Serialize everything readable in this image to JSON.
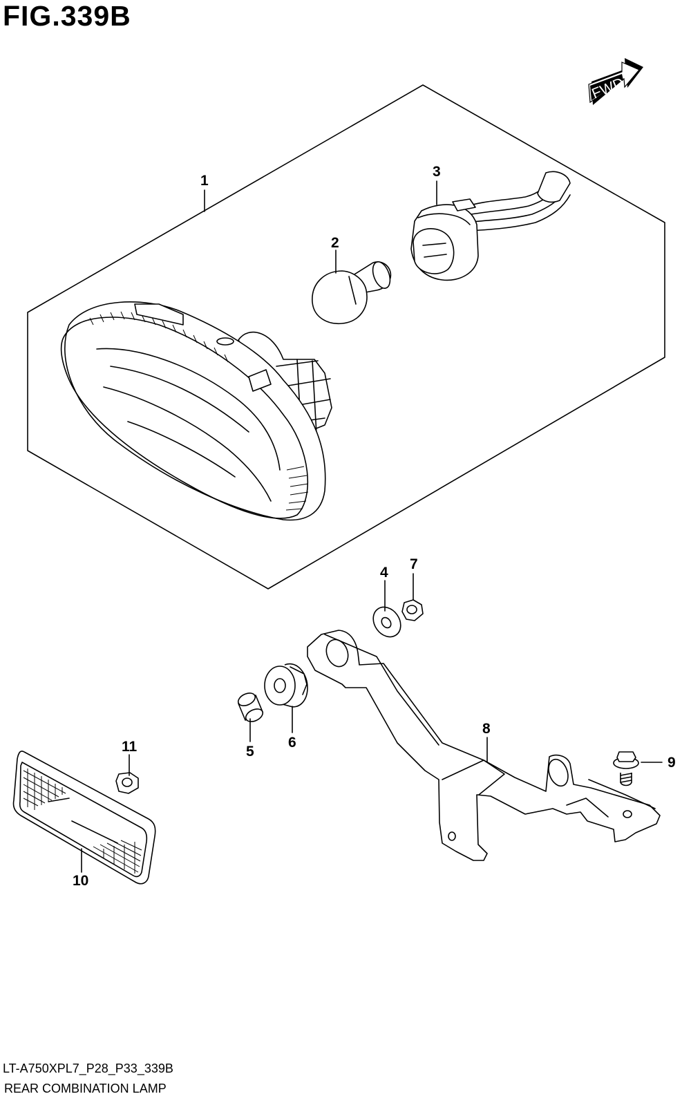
{
  "figure": {
    "title": "FIG.339B",
    "drawing_code": "LT-A750XPL7_P28_P33_339B",
    "assembly_name": "REAR COMBINATION LAMP",
    "direction_label": "FWD"
  },
  "callouts": [
    {
      "id": "1",
      "part": "rear-combination-lamp-assembly"
    },
    {
      "id": "2",
      "part": "bulb"
    },
    {
      "id": "3",
      "part": "socket-with-harness"
    },
    {
      "id": "4",
      "part": "washer"
    },
    {
      "id": "5",
      "part": "collar"
    },
    {
      "id": "6",
      "part": "cushion"
    },
    {
      "id": "7",
      "part": "nut"
    },
    {
      "id": "8",
      "part": "lamp-bracket"
    },
    {
      "id": "9",
      "part": "bolt"
    },
    {
      "id": "10",
      "part": "reflex-reflector"
    },
    {
      "id": "11",
      "part": "nut"
    }
  ]
}
